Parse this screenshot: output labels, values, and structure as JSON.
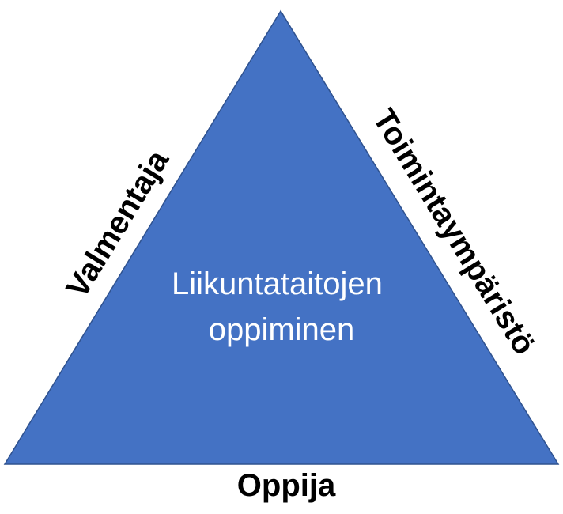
{
  "diagram": {
    "center_label_line1": "Liikuntataitojen",
    "center_label_line2": "oppiminen",
    "left_side_label": "Valmentaja",
    "right_side_label": "Toimintaympäristö",
    "bottom_label": "Oppija",
    "triangle_fill": "#4472C4",
    "triangle_stroke": "#2F528F"
  }
}
